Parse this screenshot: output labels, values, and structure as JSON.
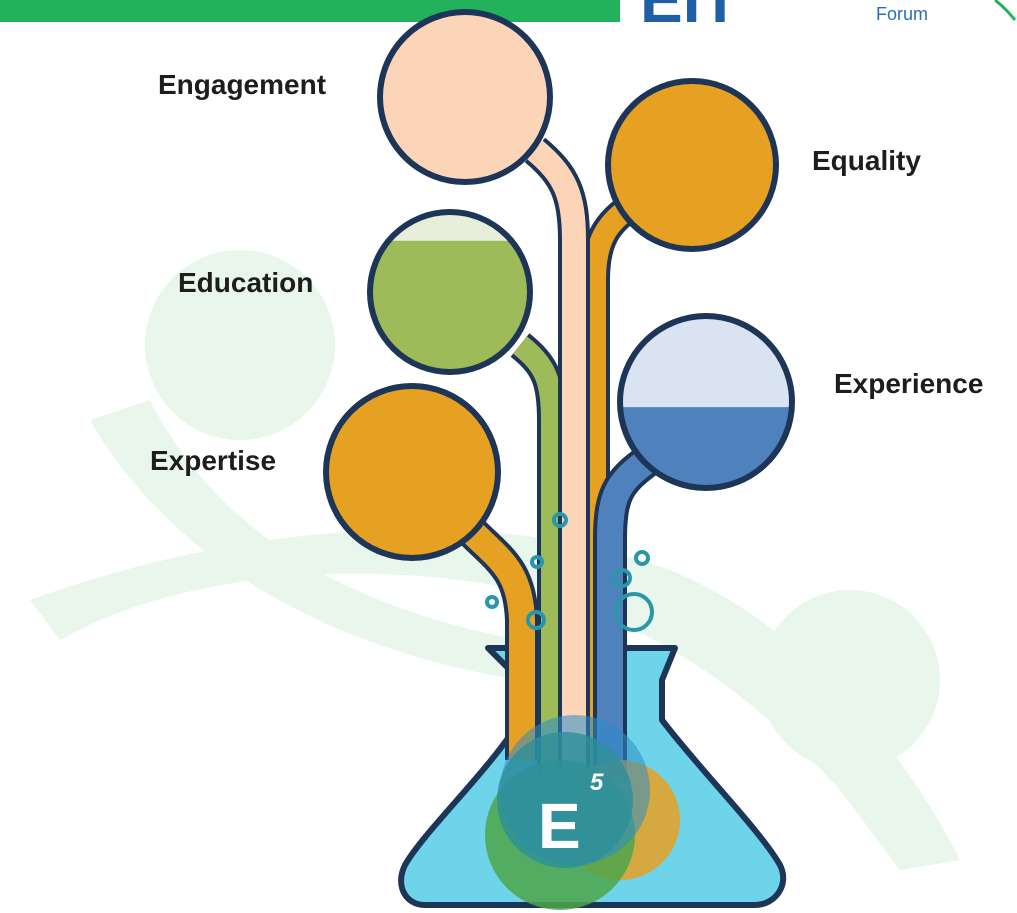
{
  "logo": {
    "letters": "EIT",
    "subtitle": "Forum"
  },
  "labels": {
    "engagement": "Engagement",
    "equality": "Equality",
    "education": "Education",
    "experience": "Experience",
    "expertise": "Expertise"
  },
  "flask": {
    "letter": "E",
    "exponent": "5"
  },
  "colors": {
    "header_green": "#22b25b",
    "outline": "#1d3557",
    "peach": "#fcd5b9",
    "orange": "#e7a122",
    "green": "#9dbb59",
    "green_light": "#e9eedb",
    "blue": "#4f81bd",
    "blue_light": "#d9e3f1",
    "flask_fill": "#6dd4ea",
    "bubble": "#2a97a8",
    "watermark": "#e8f6ec"
  },
  "fill_levels": {
    "education": 0.82,
    "experience": 0.47
  }
}
